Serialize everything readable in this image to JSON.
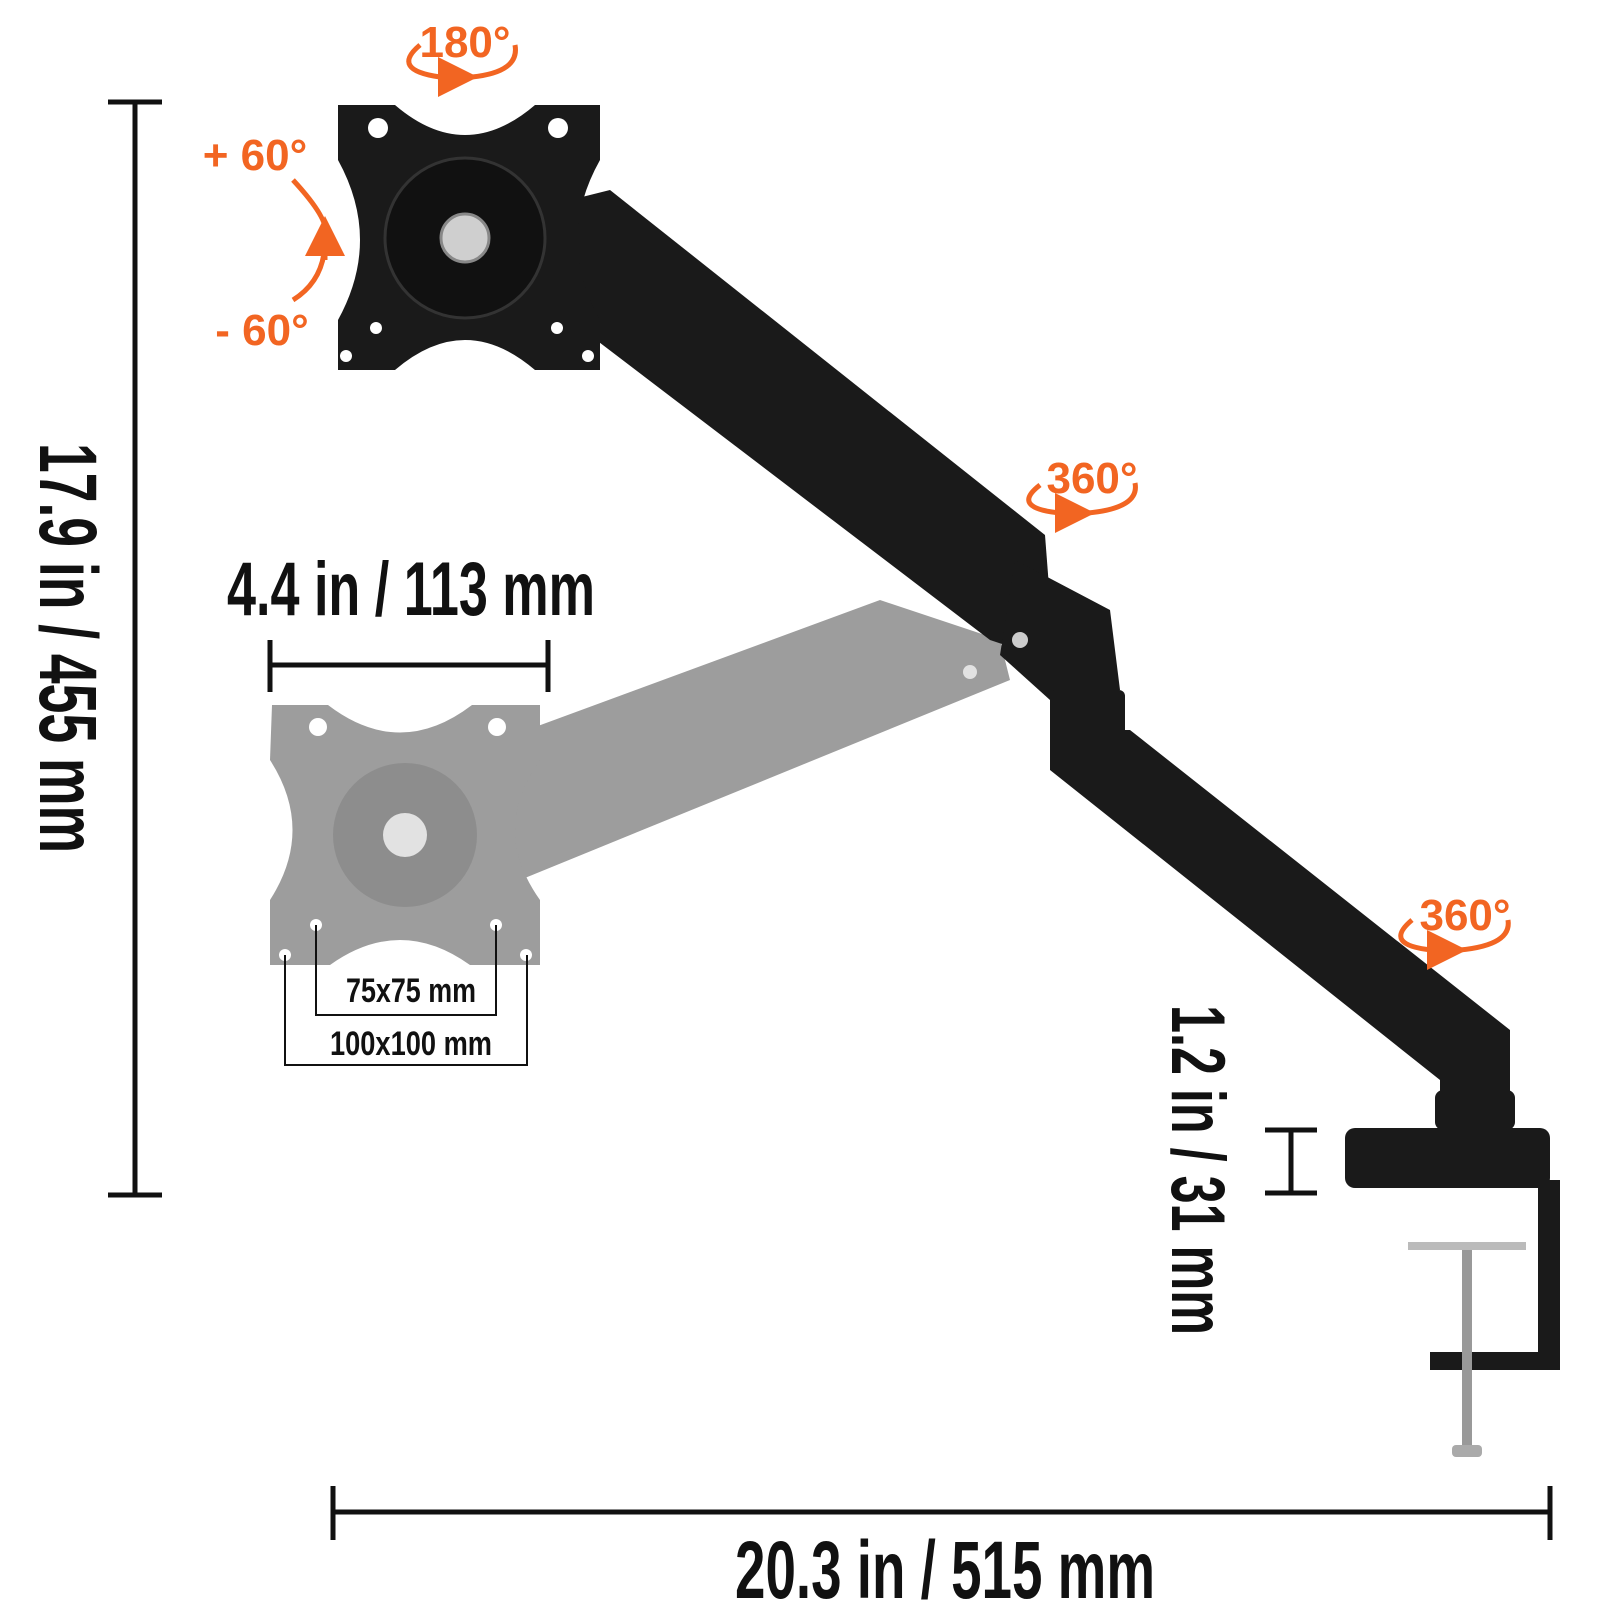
{
  "colors": {
    "accent": "#f26522",
    "arm": "#1a1a1a",
    "ghost": "#8a8a8a",
    "dimension_line": "#111111"
  },
  "dimensions": {
    "height": "17.9 in / 455 mm",
    "reach": "20.3 in / 515 mm",
    "plate_width": "4.4 in / 113 mm",
    "clamp_thickness": "1.2 in / 31 mm"
  },
  "vesa": {
    "small": "75x75 mm",
    "large": "100x100 mm"
  },
  "rotations": {
    "swivel_head": "180°",
    "tilt_up": "+ 60°",
    "tilt_down": "- 60°",
    "elbow": "360°",
    "base": "360°"
  }
}
